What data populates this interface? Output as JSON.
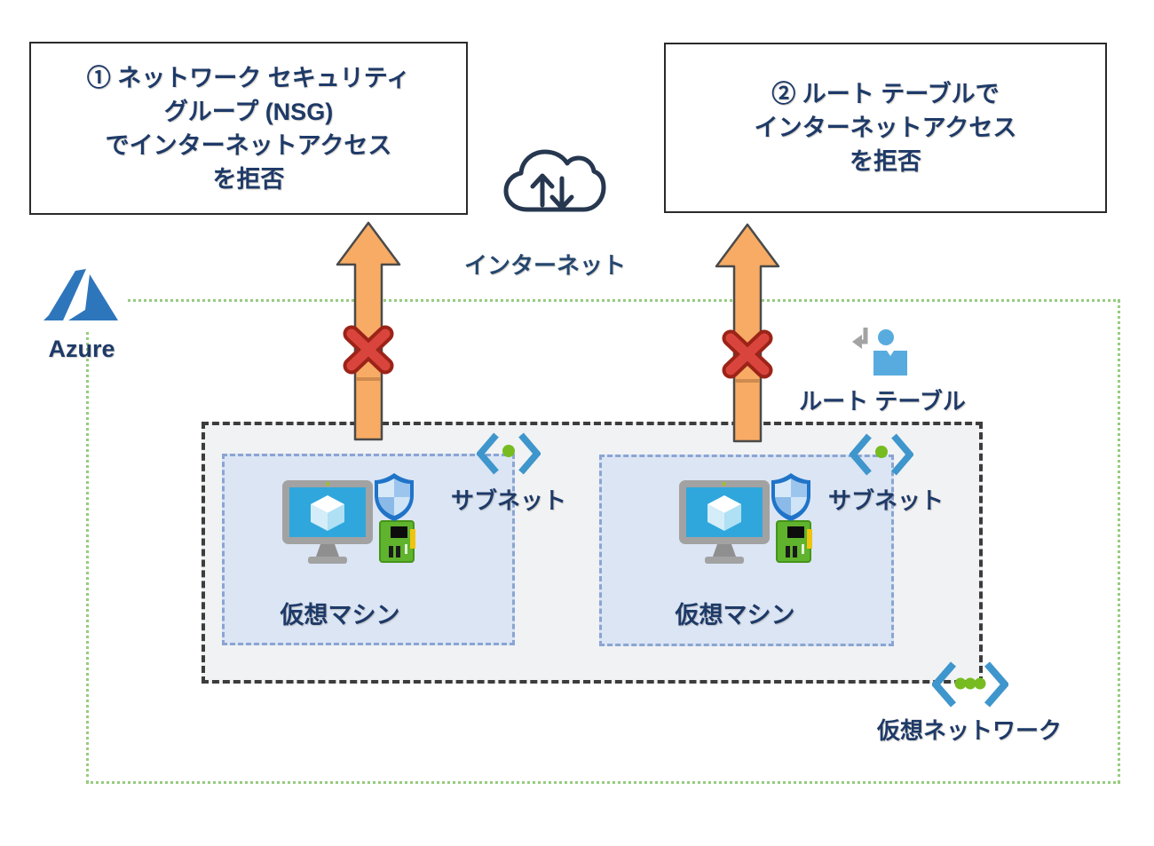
{
  "callouts": {
    "nsg": {
      "line1": "① ネットワーク セキュリティ",
      "line2": "グループ (NSG)",
      "line3": "でインターネットアクセス",
      "line4": "を拒否"
    },
    "route_table": {
      "line1": "② ルート テーブルで",
      "line2": "インターネットアクセス",
      "line3": "を拒否"
    }
  },
  "internet_label": "インターネット",
  "azure_label": "Azure",
  "route_table_label": "ルート テーブル",
  "vnet_label": "仮想ネットワーク",
  "subnet_left": {
    "label": "サブネット",
    "vm_label": "仮想マシン"
  },
  "subnet_right": {
    "label": "サブネット",
    "vm_label": "仮想マシン"
  },
  "icons": {
    "internet_cloud": "cloud-with-up-down-arrows",
    "azure_logo": "azure-a-logo",
    "virtual_machine": "monitor-with-cube-nsg-shield-and-green-nic",
    "subnet": "blue-angle-brackets-one-green-dot",
    "virtual_network": "blue-angle-brackets-three-green-dots",
    "route_table": "blue-user-with-gray-return-arrow",
    "deny": "red-x-mark",
    "blocked_flow": "orange-up-arrow"
  },
  "colors": {
    "text_navy": "#1E3A68",
    "arrow_orange": "#F7AB64",
    "deny_red_dark": "#9C2318",
    "deny_red_light": "#D9453C",
    "boundary_green": "#97CC7F",
    "vnet_dash_gray": "#3C3C3C",
    "vnet_fill": "#F1F2F4",
    "subnet_border_blue": "#8AA5D3",
    "subnet_fill": "#DBE5F4",
    "azure_logo_blue": "#2E76BC",
    "bracket_blue": "#3E96CC",
    "dot_green": "#76BC21",
    "screen_teal": "#2FA7DC",
    "nic_green": "#5FB32D",
    "shield_blue": "#1F74C8"
  }
}
